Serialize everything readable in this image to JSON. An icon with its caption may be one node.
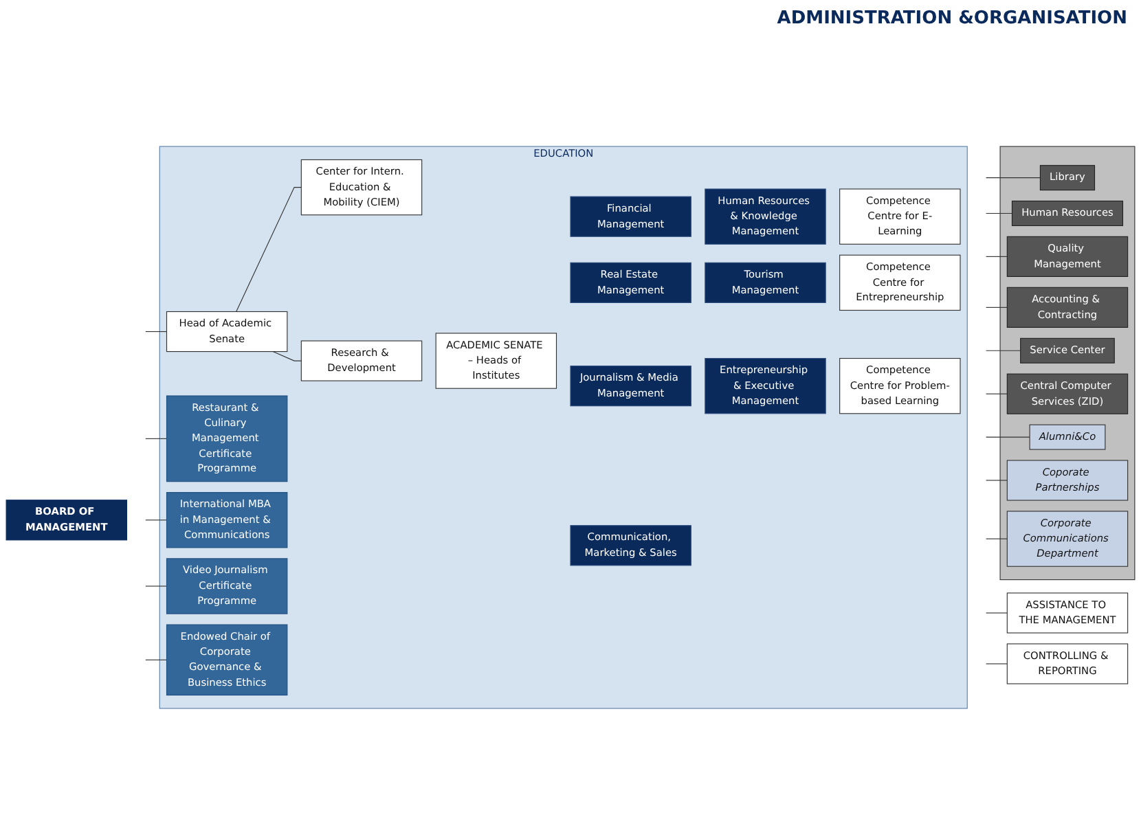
{
  "diagram": {
    "nodes": [
      {
        "text": [
          "BOARD OF MANAGEMENT"
        ]
      },
      {
        "text": [
          "EDUCATION"
        ]
      },
      {
        "text": [
          "Head of Academic Senate"
        ],
        "in": 1
      },
      {
        "text": [
          "Center for Intern. Education & Mobility (CIEM)"
        ],
        "in": 1
      },
      {
        "text": [
          "Research & Development"
        ],
        "in": 1
      },
      {
        "text": [
          "ACADEMIC SENATE – Heads of Institutes"
        ],
        "in": 1
      },
      {
        "text": [
          "Financial Management"
        ],
        "in": 1
      },
      {
        "text": [
          "Real Estate Management"
        ],
        "in": 1
      },
      {
        "text": [
          "Journalism & Media Management"
        ],
        "in": 1
      },
      {
        "text": [
          "Communication, Marketing & Sales"
        ],
        "in": 1
      },
      {
        "text": [
          "Human Resources & Knowledge Management"
        ],
        "in": 1
      },
      {
        "text": [
          "Tourism Management"
        ],
        "in": 1
      },
      {
        "text": [
          "Entrepreneurship & Executive Management"
        ],
        "in": 1
      },
      {
        "text": [
          "Restaurant & Culinary Management Certificate Programme"
        ],
        "in": 1
      },
      {
        "text": [
          "International MBA in Management & Communications"
        ],
        "in": 1
      },
      {
        "text": [
          "Video Journalism Certificate Programme"
        ],
        "in": 1
      },
      {
        "text": [
          "Endowed Chair of Corporate Governance & Business Ethics"
        ],
        "in": 1
      },
      {
        "text": [
          "Competence Centre for E-Learning"
        ],
        "in": 1
      },
      {
        "text": [
          "Competence Centre for Entrepreneurship"
        ],
        "in": 1
      },
      {
        "text": [
          "Competence Centre for Problem-based Learning"
        ],
        "in": 1
      },
      {
        "text": [
          "ASSISTANCE TO THE MANAGEMENT"
        ]
      },
      {
        "text": [
          "CONTROLLING & REPORTING"
        ]
      },
      {
        "text": [],
        "shape": "box"
      },
      {
        "text": [
          "Library"
        ],
        "in": 22
      },
      {
        "text": [
          "Human Resources"
        ],
        "in": 22
      },
      {
        "text": [
          "Quality Management"
        ],
        "in": 22
      },
      {
        "text": [
          "Accounting & Contracting"
        ],
        "in": 22
      },
      {
        "text": [
          "Service Center"
        ],
        "in": 22
      },
      {
        "text": [
          "Central Computer Services (ZID)"
        ],
        "in": 22
      },
      {
        "text": [
          "Alumni&Co"
        ],
        "in": 22
      },
      {
        "text": [
          "Coporate Partnerships"
        ],
        "in": 22
      },
      {
        "text": [
          "Corporate Communications Department"
        ],
        "in": 22
      }
    ],
    "edges": [
      {
        "from": null,
        "to": 2,
        "arrow": "none"
      },
      {
        "from": null,
        "to": 13,
        "arrow": "none"
      },
      {
        "from": null,
        "to": 14,
        "arrow": "none"
      },
      {
        "from": null,
        "to": 15,
        "arrow": "none"
      },
      {
        "from": null,
        "to": 16,
        "arrow": "none"
      },
      {
        "from": 2,
        "to": 3,
        "arrow": "none"
      },
      {
        "from": 2,
        "to": 4,
        "arrow": "none"
      },
      {
        "from": null,
        "to": 20,
        "arrow": "none"
      },
      {
        "from": null,
        "to": 21,
        "arrow": "none"
      },
      {
        "from": null,
        "to": 23,
        "arrow": "none"
      },
      {
        "from": null,
        "to": 24,
        "arrow": "none"
      },
      {
        "from": null,
        "to": 25,
        "arrow": "none"
      },
      {
        "from": null,
        "to": 26,
        "arrow": "none"
      },
      {
        "from": null,
        "to": 27,
        "arrow": "none"
      },
      {
        "from": null,
        "to": 28,
        "arrow": "none"
      },
      {
        "from": null,
        "to": 29,
        "arrow": "none"
      },
      {
        "from": null,
        "to": 30,
        "arrow": "none"
      },
      {
        "from": null,
        "to": 31,
        "arrow": "none"
      }
    ],
    "labels": [
      "ADMINISTRATION &ORGANISATION"
    ]
  }
}
